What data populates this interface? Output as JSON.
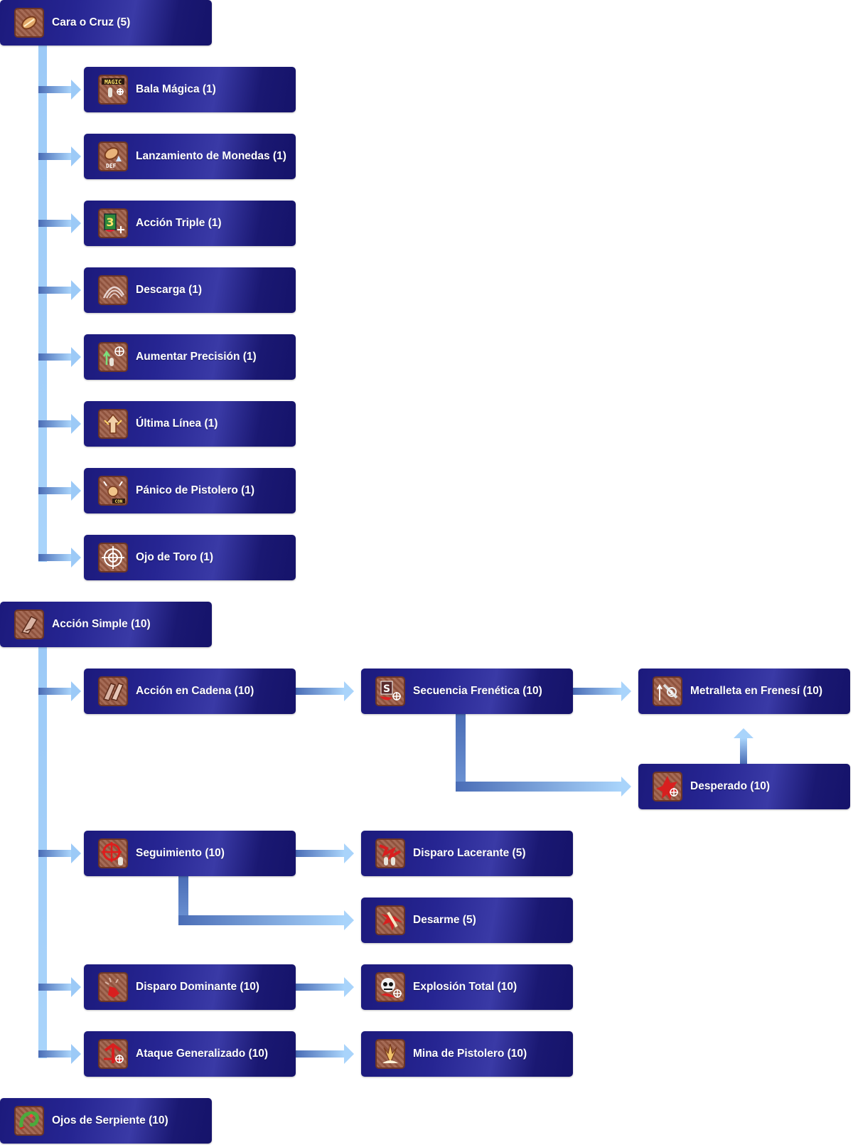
{
  "diagram": {
    "nodes": [
      {
        "id": "cara-o-cruz",
        "label": "Cara o Cruz (5)",
        "icon": "coin-toss-icon"
      },
      {
        "id": "bala-magica",
        "label": "Bala Mágica (1)",
        "icon": "magic-bullet-icon"
      },
      {
        "id": "lanzamiento-de-monedas",
        "label": "Lanzamiento de Monedas (1)",
        "icon": "coin-flip-def-icon"
      },
      {
        "id": "accion-triple",
        "label": "Acción Triple (1)",
        "icon": "triple-action-icon"
      },
      {
        "id": "descarga",
        "label": "Descarga (1)",
        "icon": "desperate-icon"
      },
      {
        "id": "aumentar-precision",
        "label": "Aumentar Precisión (1)",
        "icon": "increase-accuracy-icon"
      },
      {
        "id": "ultima-linea",
        "label": "Última Línea (1)",
        "icon": "last-stand-icon"
      },
      {
        "id": "panico-de-pistolero",
        "label": "Pánico de Pistolero (1)",
        "icon": "gunslinger-panic-icon"
      },
      {
        "id": "ojo-de-toro",
        "label": "Ojo de Toro (1)",
        "icon": "crosshair-icon"
      },
      {
        "id": "accion-simple",
        "label": "Acción Simple (10)",
        "icon": "single-action-icon"
      },
      {
        "id": "accion-en-cadena",
        "label": "Acción en Cadena (10)",
        "icon": "chain-action-icon"
      },
      {
        "id": "secuencia-frenetica",
        "label": "Secuencia Frenética (10)",
        "icon": "rapid-shower-icon"
      },
      {
        "id": "metralleta-en-frenesi",
        "label": "Metralleta en Frenesí (10)",
        "icon": "gatling-fever-icon"
      },
      {
        "id": "desperado",
        "label": "Desperado (10)",
        "icon": "desperado-icon"
      },
      {
        "id": "seguimiento",
        "label": "Seguimiento (10)",
        "icon": "tracking-icon"
      },
      {
        "id": "disparo-lacerante",
        "label": "Disparo Lacerante (5)",
        "icon": "piercing-shot-icon"
      },
      {
        "id": "desarme",
        "label": "Desarme (5)",
        "icon": "disarm-icon"
      },
      {
        "id": "disparo-dominante",
        "label": "Disparo Dominante (10)",
        "icon": "dust-icon"
      },
      {
        "id": "explosion-total",
        "label": "Explosión Total (10)",
        "icon": "full-buster-icon"
      },
      {
        "id": "ataque-generalizado",
        "label": "Ataque Generalizado (10)",
        "icon": "spread-attack-icon"
      },
      {
        "id": "mina-de-pistolero",
        "label": "Mina de Pistolero (10)",
        "icon": "ground-drift-icon"
      },
      {
        "id": "ojos-de-serpiente",
        "label": "Ojos de Serpiente (10)",
        "icon": "snake-eye-icon"
      }
    ],
    "edges": [
      {
        "from": "cara-o-cruz",
        "to": "bala-magica"
      },
      {
        "from": "cara-o-cruz",
        "to": "lanzamiento-de-monedas"
      },
      {
        "from": "cara-o-cruz",
        "to": "accion-triple"
      },
      {
        "from": "cara-o-cruz",
        "to": "descarga"
      },
      {
        "from": "cara-o-cruz",
        "to": "aumentar-precision"
      },
      {
        "from": "cara-o-cruz",
        "to": "ultima-linea"
      },
      {
        "from": "cara-o-cruz",
        "to": "panico-de-pistolero"
      },
      {
        "from": "cara-o-cruz",
        "to": "ojo-de-toro"
      },
      {
        "from": "accion-simple",
        "to": "accion-en-cadena"
      },
      {
        "from": "accion-simple",
        "to": "seguimiento"
      },
      {
        "from": "accion-simple",
        "to": "disparo-dominante"
      },
      {
        "from": "accion-simple",
        "to": "ataque-generalizado"
      },
      {
        "from": "accion-en-cadena",
        "to": "secuencia-frenetica"
      },
      {
        "from": "secuencia-frenetica",
        "to": "metralleta-en-frenesi"
      },
      {
        "from": "secuencia-frenetica",
        "to": "desperado"
      },
      {
        "from": "desperado",
        "to": "metralleta-en-frenesi"
      },
      {
        "from": "seguimiento",
        "to": "disparo-lacerante"
      },
      {
        "from": "seguimiento",
        "to": "desarme"
      },
      {
        "from": "disparo-dominante",
        "to": "explosion-total"
      },
      {
        "from": "ataque-generalizado",
        "to": "mina-de-pistolero"
      }
    ]
  },
  "colors": {
    "node_dark": "#1c1a7c",
    "node_light": "#3a3aa6",
    "connector_light": "#9ccaf7",
    "connector_dark": "#4a6db6",
    "icon_bg": "#9b5a43"
  }
}
